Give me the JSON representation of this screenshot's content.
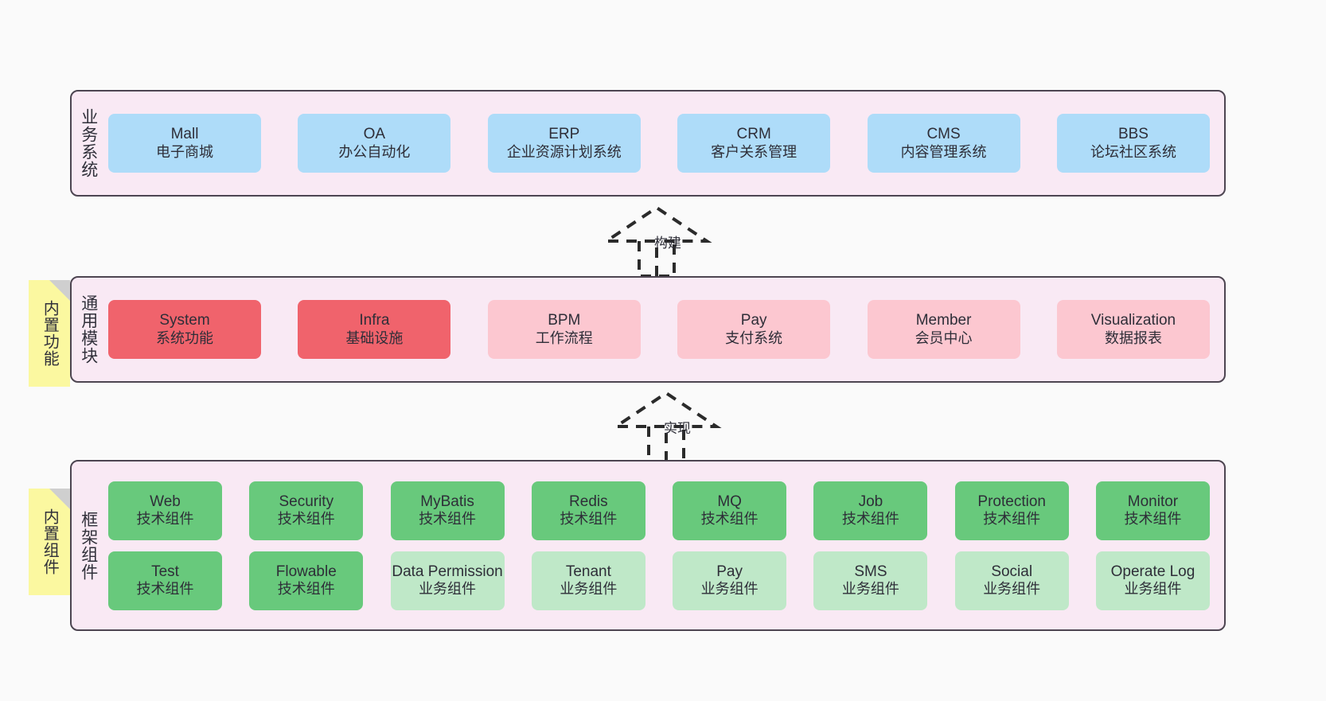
{
  "diagram": {
    "background_color": "#fafafa",
    "layer_bg_color": "#f9e9f4",
    "layer_border_color": "#4d4551",
    "note_color": "#fbf8a0",
    "colors": {
      "blue": "#aedcf9",
      "red": "#f0636c",
      "pink": "#fcc7d0",
      "green": "#68c97c",
      "green_light": "#bfe8c8"
    }
  },
  "notes": [
    {
      "label": "内置功能"
    },
    {
      "label": "内置组件"
    }
  ],
  "connectors": [
    {
      "label": "构建",
      "style": "dashed-generalization-up"
    },
    {
      "label": "实现",
      "style": "dashed-generalization-up"
    }
  ],
  "layers": [
    {
      "id": "business",
      "title": "业务系统",
      "rows": [
        {
          "cards": [
            {
              "name": "Mall",
              "desc": "电子商城",
              "color": "blue"
            },
            {
              "name": "OA",
              "desc": "办公自动化",
              "color": "blue"
            },
            {
              "name": "ERP",
              "desc": "企业资源计划系统",
              "color": "blue"
            },
            {
              "name": "CRM",
              "desc": "客户关系管理",
              "color": "blue"
            },
            {
              "name": "CMS",
              "desc": "内容管理系统",
              "color": "blue"
            },
            {
              "name": "BBS",
              "desc": "论坛社区系统",
              "color": "blue"
            }
          ]
        }
      ]
    },
    {
      "id": "modules",
      "title": "通用模块",
      "rows": [
        {
          "cards": [
            {
              "name": "System",
              "desc": "系统功能",
              "color": "red"
            },
            {
              "name": "Infra",
              "desc": "基础设施",
              "color": "red"
            },
            {
              "name": "BPM",
              "desc": "工作流程",
              "color": "pink"
            },
            {
              "name": "Pay",
              "desc": "支付系统",
              "color": "pink"
            },
            {
              "name": "Member",
              "desc": "会员中心",
              "color": "pink"
            },
            {
              "name": "Visualization",
              "desc": "数据报表",
              "color": "pink"
            }
          ]
        }
      ]
    },
    {
      "id": "framework",
      "title": "框架组件",
      "rows": [
        {
          "cards": [
            {
              "name": "Web",
              "desc": "技术组件",
              "color": "green"
            },
            {
              "name": "Security",
              "desc": "技术组件",
              "color": "green"
            },
            {
              "name": "MyBatis",
              "desc": "技术组件",
              "color": "green"
            },
            {
              "name": "Redis",
              "desc": "技术组件",
              "color": "green"
            },
            {
              "name": "MQ",
              "desc": "技术组件",
              "color": "green"
            },
            {
              "name": "Job",
              "desc": "技术组件",
              "color": "green"
            },
            {
              "name": "Protection",
              "desc": "技术组件",
              "color": "green"
            },
            {
              "name": "Monitor",
              "desc": "技术组件",
              "color": "green"
            }
          ]
        },
        {
          "cards": [
            {
              "name": "Test",
              "desc": "技术组件",
              "color": "green"
            },
            {
              "name": "Flowable",
              "desc": "技术组件",
              "color": "green"
            },
            {
              "name": "Data Permission",
              "desc": "业务组件",
              "color": "green_light"
            },
            {
              "name": "Tenant",
              "desc": "业务组件",
              "color": "green_light"
            },
            {
              "name": "Pay",
              "desc": "业务组件",
              "color": "green_light"
            },
            {
              "name": "SMS",
              "desc": "业务组件",
              "color": "green_light"
            },
            {
              "name": "Social",
              "desc": "业务组件",
              "color": "green_light"
            },
            {
              "name": "Operate Log",
              "desc": "业务组件",
              "color": "green_light"
            }
          ]
        }
      ]
    }
  ]
}
